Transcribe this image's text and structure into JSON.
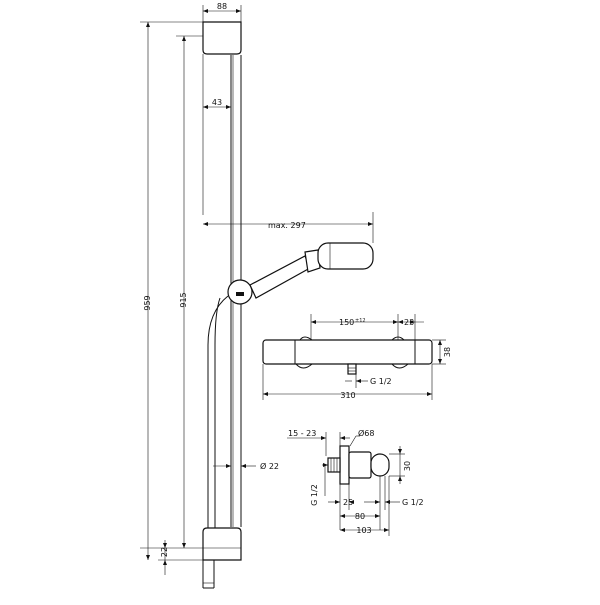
{
  "drawing": {
    "dimensions": {
      "bar_top_width": "88",
      "rail_inset": "43",
      "handshower_reach": "max. 297",
      "overall_height": "959",
      "rail_height": "915",
      "bottom_offset": "22",
      "rail_diameter": "Ø 22",
      "thermo_spacing": "150",
      "thermo_spacing_tol": "±12",
      "thermo_right": "23",
      "thermo_height": "38",
      "thermo_outlet": "G 1/2",
      "thermo_width": "310",
      "conn_range": "15 - 23",
      "conn_diameter": "Ø68",
      "conn_height": "30",
      "conn_thread_left": "G 1/2",
      "conn_25": "25",
      "conn_thread_right": "G 1/2",
      "conn_80": "80",
      "conn_103": "103"
    }
  }
}
